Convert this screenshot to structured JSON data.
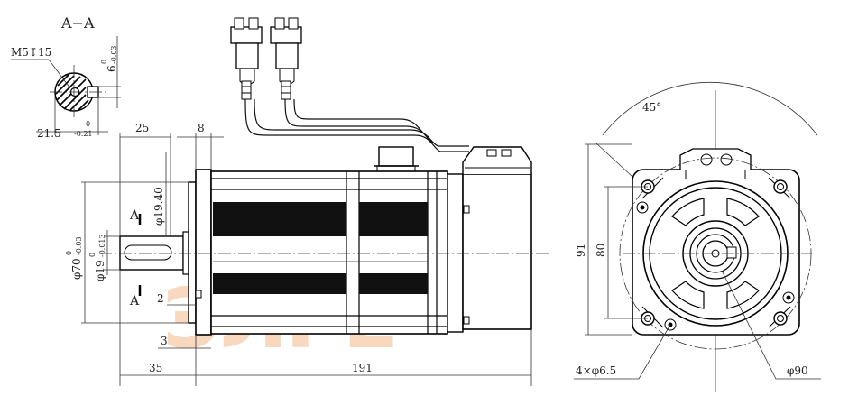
{
  "section_view": {
    "title": "A−A",
    "thread_callout": "M5↧15",
    "key_depth": "6",
    "key_depth_upper_tol": "0",
    "key_depth_lower_tol": "-0.03",
    "keyway_width": "21.5",
    "keyway_width_upper_tol": "0",
    "keyway_width_lower_tol": "-0.21"
  },
  "side_view": {
    "shaft_length": "25",
    "step_length": "8",
    "pilot_diameter": "φ19.40",
    "flange_diameter": "φ70",
    "flange_upper_tol": "0",
    "flange_lower_tol": "-0.03",
    "shaft_diameter": "φ19",
    "shaft_upper_tol": "0",
    "shaft_lower_tol": "-0.013",
    "section_mark": "A",
    "flange_step": "2",
    "flange_thickness": "3",
    "front_length": "35",
    "total_length": "191"
  },
  "end_view": {
    "angle": "45°",
    "outer_size": "91",
    "bolt_spacing": "80",
    "holes": "4×φ6.5",
    "bolt_circle": "φ90"
  },
  "watermark": {
    "text": "ЭЛРЕ",
    "colors": [
      "#f4b58a",
      "#c8c8c8"
    ]
  }
}
